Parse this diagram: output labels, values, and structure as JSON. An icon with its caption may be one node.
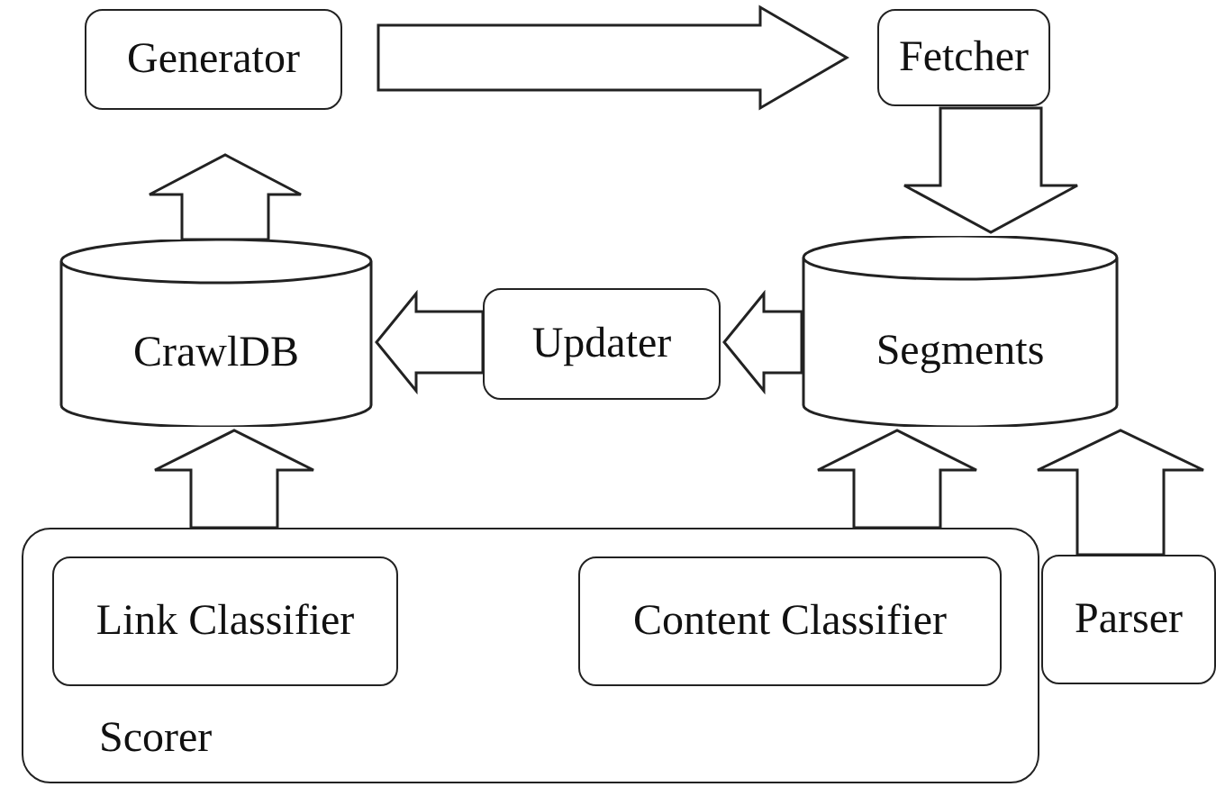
{
  "diagram": {
    "nodes": [
      {
        "text": [
          "Generator"
        ]
      },
      {
        "text": [
          "Fetcher"
        ]
      },
      {
        "text": [
          "CrawlDB"
        ]
      },
      {
        "text": [
          "Updater"
        ]
      },
      {
        "text": [
          "Segments"
        ]
      },
      {
        "text": [
          "Scorer"
        ]
      },
      {
        "text": [
          "Link Classifier"
        ],
        "in": 5
      },
      {
        "text": [
          "Content Classifier"
        ],
        "in": 5
      },
      {
        "text": [
          "Parser"
        ]
      }
    ],
    "edges": [
      {
        "from": 0,
        "to": 1,
        "arrow": "to"
      },
      {
        "from": 1,
        "to": 4,
        "arrow": "to"
      },
      {
        "from": 4,
        "to": 3,
        "arrow": "to"
      },
      {
        "from": 3,
        "to": 2,
        "arrow": "to"
      },
      {
        "from": 2,
        "to": 0,
        "arrow": "to"
      },
      {
        "from": 5,
        "to": 2,
        "arrow": "to"
      },
      {
        "from": 5,
        "to": 4,
        "arrow": "to"
      },
      {
        "from": 8,
        "to": 4,
        "arrow": "to"
      }
    ]
  }
}
